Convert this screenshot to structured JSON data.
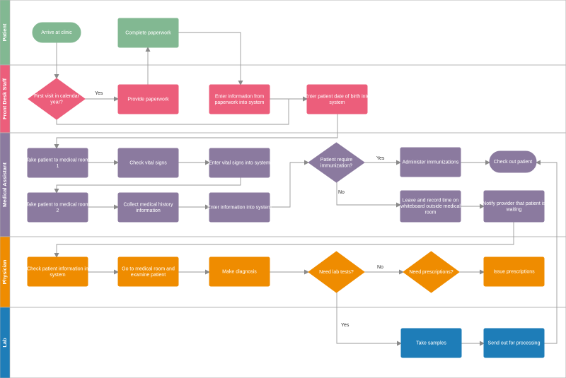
{
  "colors": {
    "patient": "#82b892",
    "front_desk": "#ec5e7b",
    "medical_assistant": "#8b7a9f",
    "physician": "#ef8c00",
    "lab": "#1e7db8",
    "connector": "#9a9a9a",
    "lane_border": "#b5b5b5"
  },
  "lanes": [
    {
      "id": "patient",
      "label": "Patient"
    },
    {
      "id": "front_desk",
      "label": "Front Desk Staff"
    },
    {
      "id": "medical_assistant",
      "label": "Medical Assistant"
    },
    {
      "id": "physician",
      "label": "Physician"
    },
    {
      "id": "lab",
      "label": "Lab"
    }
  ],
  "nodes": [
    {
      "id": "arrive",
      "lane": "patient",
      "shape": "terminal",
      "label": [
        "Arrive at clinic"
      ]
    },
    {
      "id": "complete_paperwork",
      "lane": "patient",
      "shape": "process",
      "label": [
        "Complete paperwork"
      ]
    },
    {
      "id": "first_visit",
      "lane": "front_desk",
      "shape": "decision",
      "label": [
        "First visit in calendar",
        "year?"
      ]
    },
    {
      "id": "provide_paperwork",
      "lane": "front_desk",
      "shape": "process",
      "label": [
        "Provide paperwork"
      ]
    },
    {
      "id": "enter_paperwork",
      "lane": "front_desk",
      "shape": "process",
      "label": [
        "Enter information from",
        "paperwork into system"
      ]
    },
    {
      "id": "enter_dob",
      "lane": "front_desk",
      "shape": "process",
      "label": [
        "Enter patient date of birth into",
        "system"
      ]
    },
    {
      "id": "take_room_1",
      "lane": "medical_assistant",
      "shape": "process",
      "label": [
        "Take patient to medical room",
        "1"
      ]
    },
    {
      "id": "check_vitals",
      "lane": "medical_assistant",
      "shape": "process",
      "label": [
        "Check vital signs"
      ]
    },
    {
      "id": "enter_vitals",
      "lane": "medical_assistant",
      "shape": "process",
      "label": [
        "Enter vital signs into system"
      ]
    },
    {
      "id": "require_immunization",
      "lane": "medical_assistant",
      "shape": "decision",
      "label": [
        "Patient require",
        "immunization?"
      ]
    },
    {
      "id": "administer",
      "lane": "medical_assistant",
      "shape": "process",
      "label": [
        "Administer immunizations"
      ]
    },
    {
      "id": "check_out",
      "lane": "medical_assistant",
      "shape": "terminal",
      "label": [
        "Check out patient"
      ]
    },
    {
      "id": "take_room_2",
      "lane": "medical_assistant",
      "shape": "process",
      "label": [
        "Take patient to medical room",
        "2"
      ]
    },
    {
      "id": "collect_history",
      "lane": "medical_assistant",
      "shape": "process",
      "label": [
        "Collect medical history",
        "information"
      ]
    },
    {
      "id": "enter_info",
      "lane": "medical_assistant",
      "shape": "process",
      "label": [
        "Enter information into system"
      ]
    },
    {
      "id": "leave_record",
      "lane": "medical_assistant",
      "shape": "process",
      "label": [
        "Leave and record time on",
        "whiteboard outside medical",
        "room"
      ]
    },
    {
      "id": "notify_provider",
      "lane": "medical_assistant",
      "shape": "process",
      "label": [
        "Notify provider that patient is",
        "waiting"
      ]
    },
    {
      "id": "check_info",
      "lane": "physician",
      "shape": "process",
      "label": [
        "Check patient information in",
        "system"
      ]
    },
    {
      "id": "go_room",
      "lane": "physician",
      "shape": "process",
      "label": [
        "Go to medical room and",
        "examine patient"
      ]
    },
    {
      "id": "diagnosis",
      "lane": "physician",
      "shape": "process",
      "label": [
        "Make diagnosis"
      ]
    },
    {
      "id": "lab_tests",
      "lane": "physician",
      "shape": "decision",
      "label": [
        "Need lab tests?"
      ]
    },
    {
      "id": "prescriptions",
      "lane": "physician",
      "shape": "decision",
      "label": [
        "Need prescriptions?"
      ]
    },
    {
      "id": "issue_prescriptions",
      "lane": "physician",
      "shape": "process",
      "label": [
        "Issue prescriptions"
      ]
    },
    {
      "id": "take_samples",
      "lane": "lab",
      "shape": "process",
      "label": [
        "Take samples"
      ]
    },
    {
      "id": "send_out",
      "lane": "lab",
      "shape": "process",
      "label": [
        "Send out for processing"
      ]
    }
  ],
  "edge_labels": {
    "first_visit_yes": "Yes",
    "immunization_yes": "Yes",
    "immunization_no": "No",
    "lab_tests_no": "No",
    "lab_tests_yes": "Yes"
  }
}
